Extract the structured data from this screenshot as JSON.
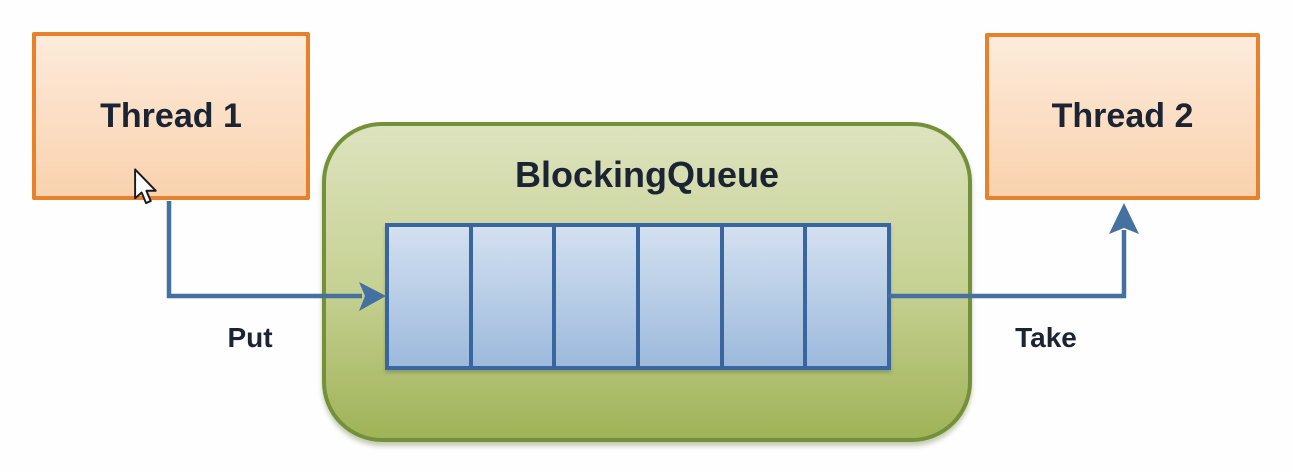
{
  "diagram": {
    "thread1": {
      "label": "Thread 1"
    },
    "thread2": {
      "label": "Thread 2"
    },
    "queue": {
      "title": "BlockingQueue",
      "slot_count": 6
    },
    "put": {
      "label": "Put"
    },
    "take": {
      "label": "Take"
    },
    "colors": {
      "canvas_bg": "#FEFEFE",
      "box_border_orange": "#E8812C",
      "box_fill_orange_top": "#FDEBDB",
      "box_fill_orange_bottom": "#F9D2AE",
      "queue_border_green": "#74903A",
      "queue_fill_green_top": "#DDE3BE",
      "queue_fill_green_bottom": "#9FB357",
      "slot_border_blue": "#3A66A0",
      "slot_fill_blue_top": "#D3E0F0",
      "slot_fill_blue_bottom": "#9DBADC",
      "arrow_blue": "#44719F",
      "text_dark": "#1C2433"
    }
  }
}
